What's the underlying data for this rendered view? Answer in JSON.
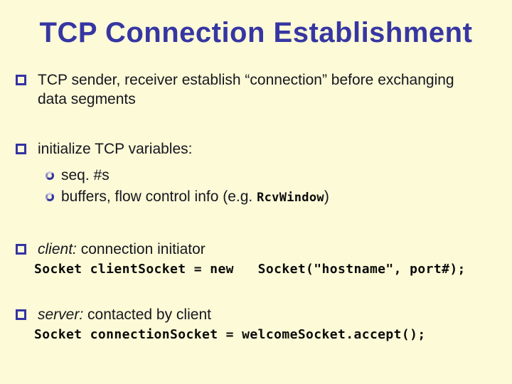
{
  "slide_title": "TCP Connection Establishment",
  "colors": {
    "background": "#FCFAD7",
    "title_text": "#3636A3",
    "body_text": "#16161E",
    "bullet_accent": "#3434A2",
    "code_text": "#0A0A0A"
  },
  "bullets": {
    "b1": {
      "text": "TCP sender, receiver establish “connection” before exchanging data segments"
    },
    "b2": {
      "text": "initialize TCP variables:",
      "sub1": "seq. #s",
      "sub2_prefix": "buffers, flow control info (e.g. ",
      "sub2_code": "RcvWindow",
      "sub2_suffix": ")"
    },
    "b3": {
      "term": "client:",
      "text": " connection initiator",
      "code": "Socket clientSocket = new   Socket(\"hostname\", port#);"
    },
    "b4": {
      "term": "server:",
      "text": " contacted by client",
      "code": "Socket connectionSocket = welcomeSocket.accept();"
    }
  }
}
